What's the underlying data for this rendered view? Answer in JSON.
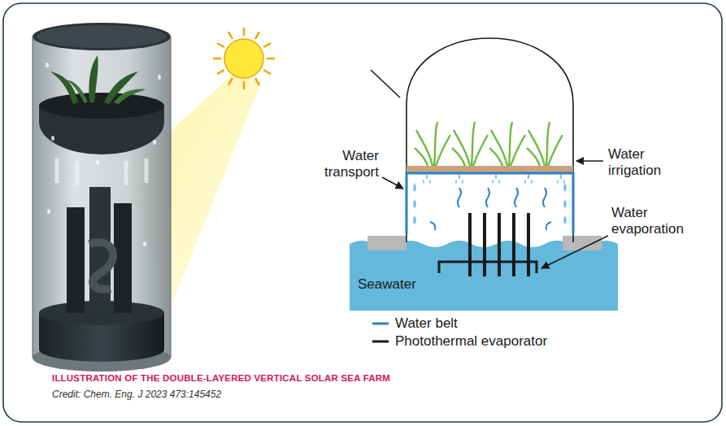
{
  "diagram": {
    "title": "ILLUSTRATION OF THE DOUBLE-LAYERED VERTICAL SOLAR SEA FARM",
    "caption": "Credit: Chem. Eng. J 2023 473:145452",
    "nodes": [
      {
        "text": [
          "Seawater"
        ]
      }
    ],
    "labels": [
      "Water irrigation",
      "Water transport",
      "Water evaporation"
    ],
    "legend": [
      {
        "text": "Water belt"
      },
      {
        "text": "Photothermal evaporator"
      }
    ]
  }
}
